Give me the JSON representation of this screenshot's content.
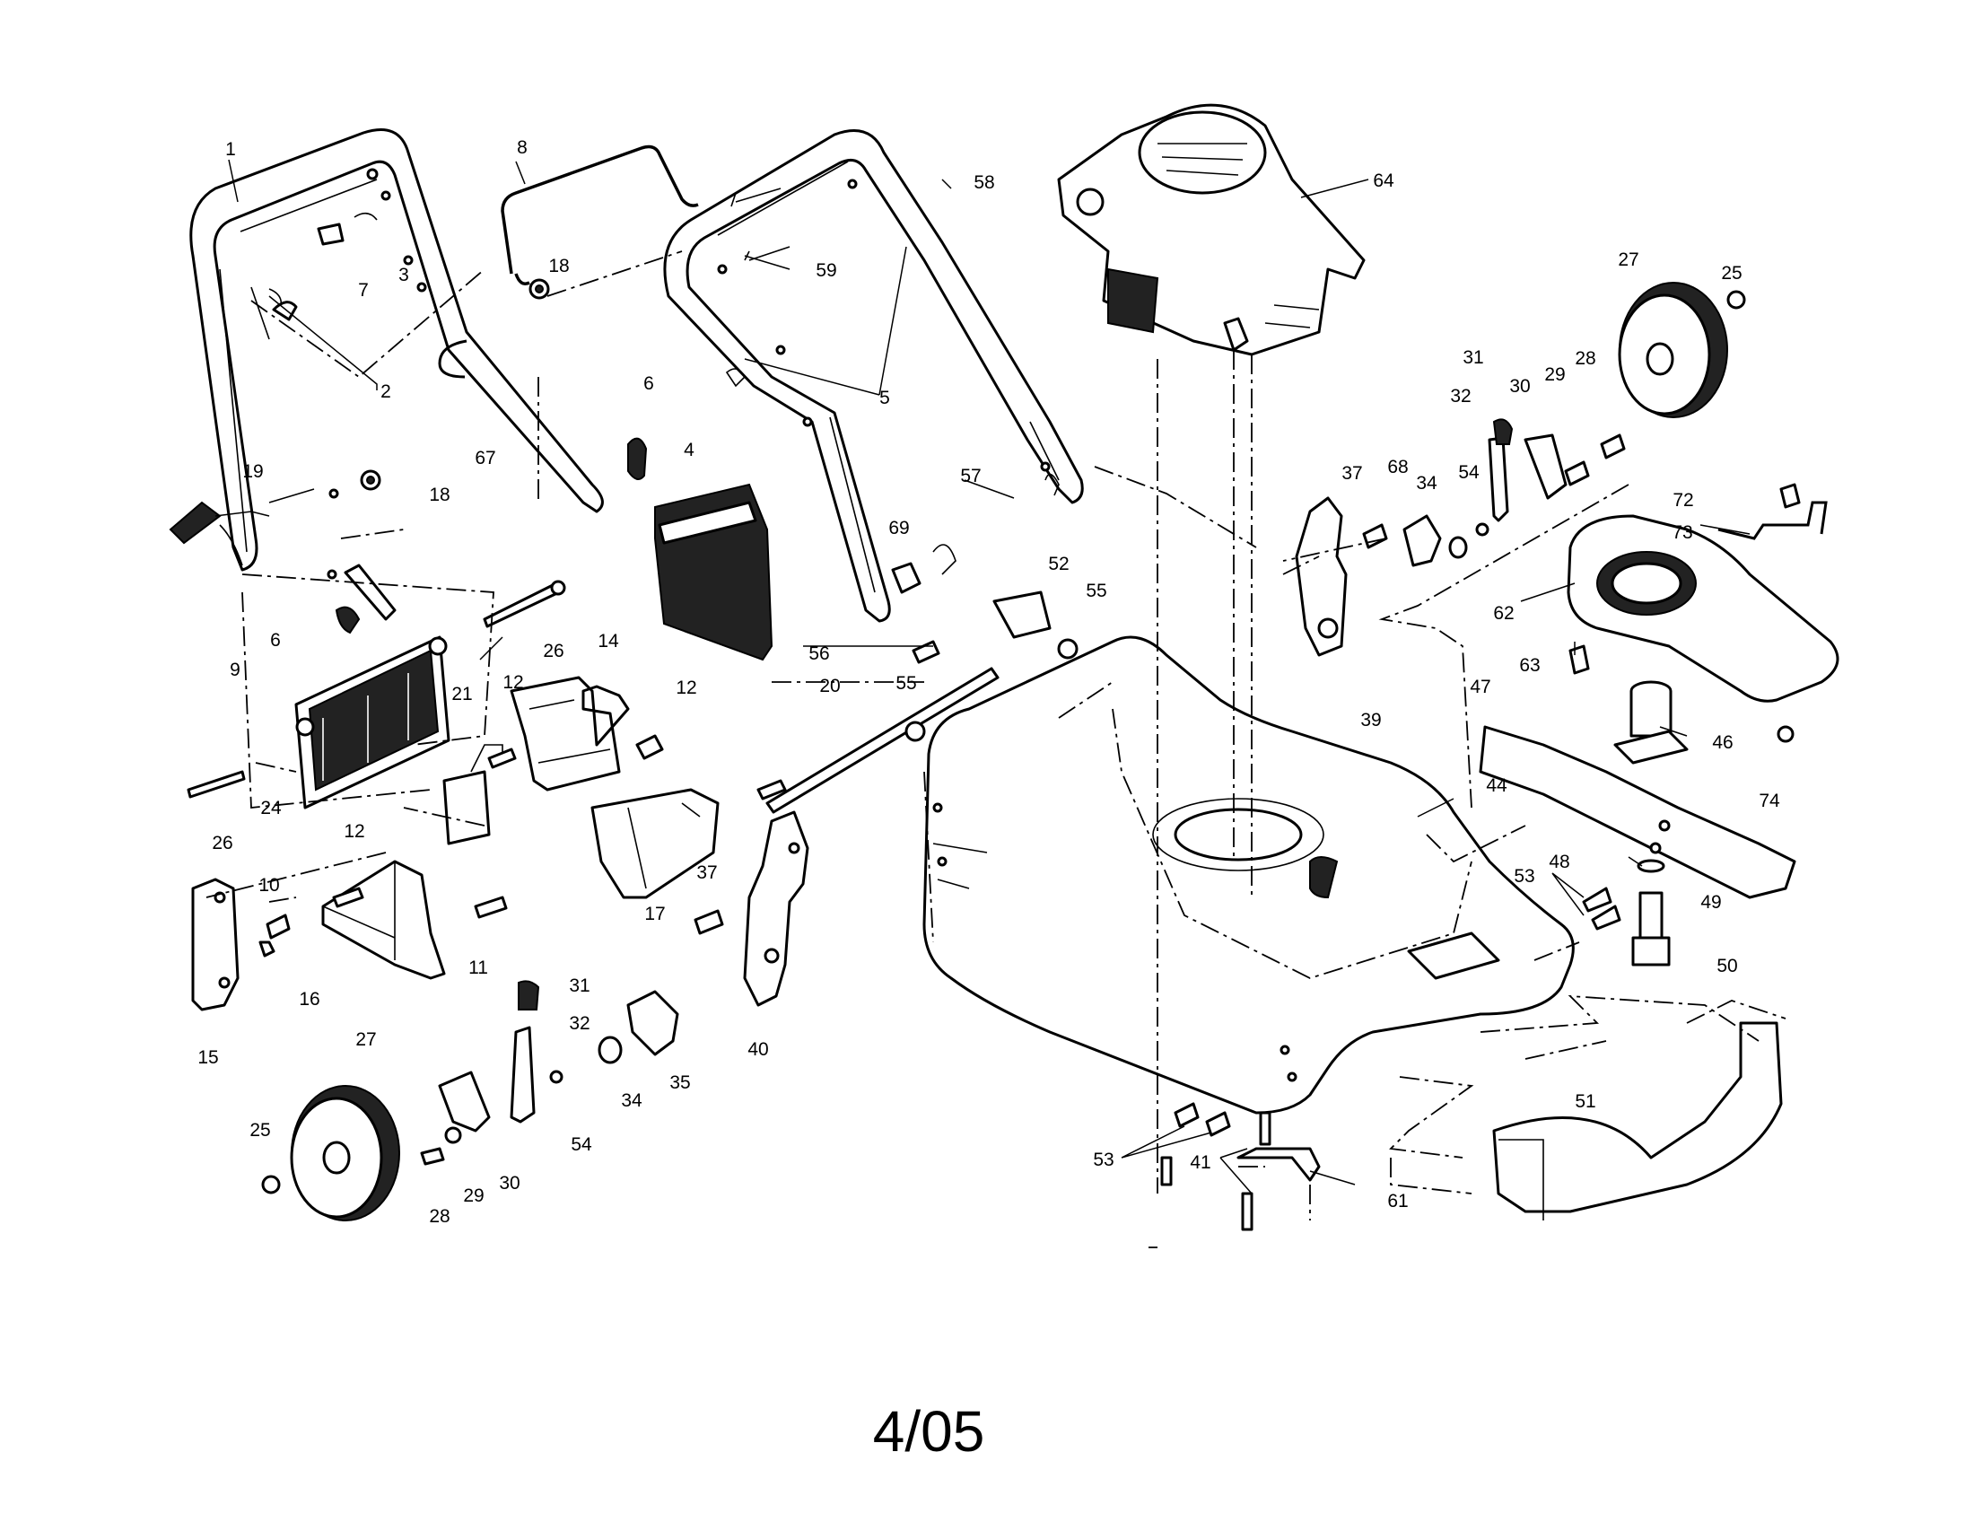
{
  "page_number": "4/05",
  "callouts": {
    "c1": "1",
    "c2": "2",
    "c3": "3",
    "c4": "4",
    "c5": "5",
    "c6a": "6",
    "c6b": "6",
    "c7": "7",
    "c8": "8",
    "c9": "9",
    "c10": "10",
    "c11": "11",
    "c12a": "12",
    "c12b": "12",
    "c12c": "12",
    "c14": "14",
    "c15": "15",
    "c16": "16",
    "c17": "17",
    "c18a": "18",
    "c18b": "18",
    "c19": "19",
    "c20": "20",
    "c21": "21",
    "c24": "24",
    "c25a": "25",
    "c25b": "25",
    "c26a": "26",
    "c26b": "26",
    "c27a": "27",
    "c27b": "27",
    "c28a": "28",
    "c28b": "28",
    "c29a": "29",
    "c29b": "29",
    "c30a": "30",
    "c30b": "30",
    "c31a": "31",
    "c31b": "31",
    "c32a": "32",
    "c32b": "32",
    "c34a": "34",
    "c34b": "34",
    "c35": "35",
    "c37a": "37",
    "c37b": "37",
    "c39": "39",
    "c40": "40",
    "c41": "41",
    "c44": "44",
    "c46": "46",
    "c47": "47",
    "c48": "48",
    "c49": "49",
    "c50": "50",
    "c51": "51",
    "c52": "52",
    "c53a": "53",
    "c53b": "53",
    "c54a": "54",
    "c54b": "54",
    "c55a": "55",
    "c55b": "55",
    "c56": "56",
    "c57": "57",
    "c58": "58",
    "c59": "59",
    "c61": "61",
    "c62": "62",
    "c63": "63",
    "c64": "64",
    "c67": "67",
    "c68": "68",
    "c69": "69",
    "c72": "72",
    "c73": "73",
    "c74": "74"
  }
}
